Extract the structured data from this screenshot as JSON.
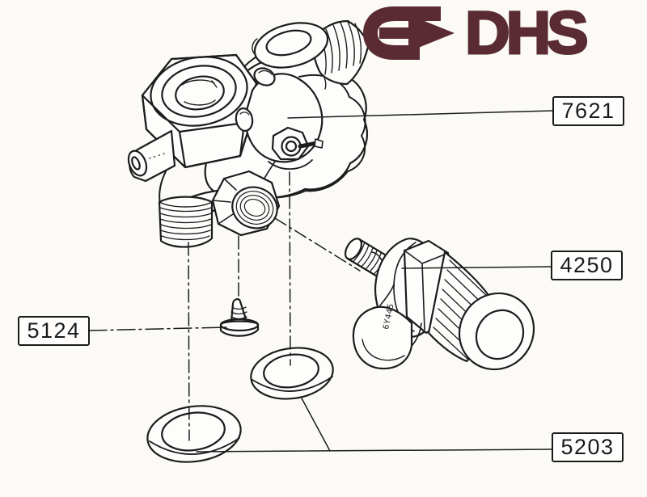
{
  "logo": {
    "text": "DHS",
    "icon": "arrow-right-icon",
    "color": "#5a2b33"
  },
  "paper_color": "#fbfaf7",
  "line_color": "#1c1c1c",
  "parts": [
    {
      "number": "7621"
    },
    {
      "number": "4250"
    },
    {
      "number": "5124"
    },
    {
      "number": "5203"
    }
  ],
  "stamp_text": "6Y445"
}
